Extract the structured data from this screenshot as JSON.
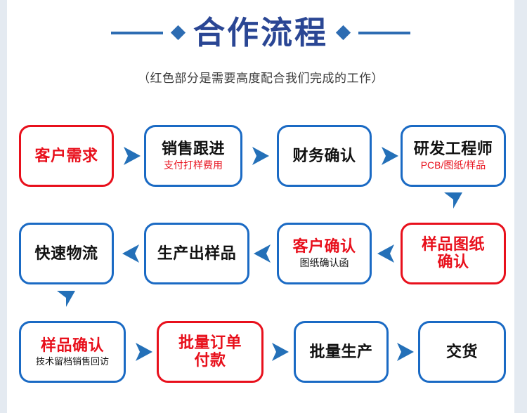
{
  "header": {
    "title": "合作流程",
    "subtitle": "（红色部分是需要高度配合我们完成的工作）",
    "left_line": "decorative-line",
    "right_line": "decorative-line"
  },
  "colors": {
    "title_blue": "#2a4694",
    "deco_blue": "#2d6cb2",
    "box_blue": "#1a6ac4",
    "accent_red": "#e8101c",
    "arrow_blue": "#2470b8",
    "page_bg": "#ffffff",
    "canvas_bg": "#e4eaf1"
  },
  "flow": {
    "rows": [
      {
        "direction": "right",
        "nodes": [
          {
            "main": "客户需求",
            "sub": "",
            "border": "red",
            "main_color": "red",
            "sub_color": "none"
          },
          {
            "main": "销售跟进",
            "sub": "支付打样费用",
            "border": "blue",
            "main_color": "black",
            "sub_color": "red"
          },
          {
            "main": "财务确认",
            "sub": "",
            "border": "blue",
            "main_color": "black",
            "sub_color": "none"
          },
          {
            "main": "研发工程师",
            "sub": "PCB/图纸/样品",
            "border": "blue",
            "main_color": "black",
            "sub_color": "red"
          }
        ]
      },
      {
        "direction": "left",
        "nodes": [
          {
            "main": "快速物流",
            "sub": "",
            "border": "blue",
            "main_color": "black",
            "sub_color": "none"
          },
          {
            "main": "生产出样品",
            "sub": "",
            "border": "blue",
            "main_color": "black",
            "sub_color": "none"
          },
          {
            "main": "客户确认",
            "sub": "图纸确认函",
            "border": "blue",
            "main_color": "red",
            "sub_color": "black"
          },
          {
            "main": "样品图纸\n确认",
            "sub": "",
            "border": "red",
            "main_color": "red",
            "sub_color": "none"
          }
        ]
      },
      {
        "direction": "right",
        "nodes": [
          {
            "main": "样品确认",
            "sub": "技术留档销售回访",
            "border": "blue",
            "main_color": "red",
            "sub_color": "black"
          },
          {
            "main": "批量订单\n付款",
            "sub": "",
            "border": "red",
            "main_color": "red",
            "sub_color": "none"
          },
          {
            "main": "批量生产",
            "sub": "",
            "border": "blue",
            "main_color": "black",
            "sub_color": "none"
          },
          {
            "main": "交货",
            "sub": "",
            "border": "blue",
            "main_color": "black",
            "sub_color": "none"
          }
        ]
      }
    ],
    "connectors": {
      "row1_to_row2": "arrow-down",
      "row2_to_row3": "arrow-down"
    }
  }
}
